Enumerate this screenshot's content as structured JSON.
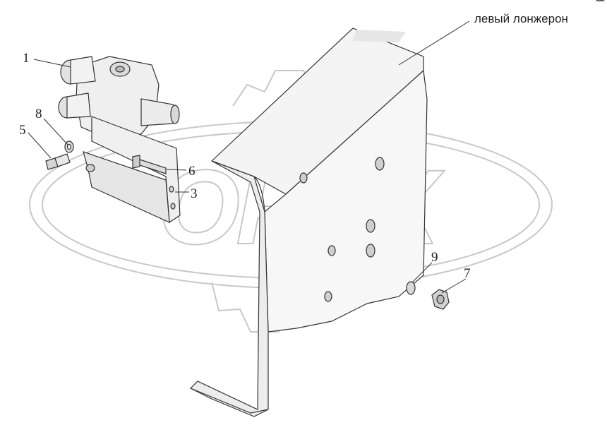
{
  "diagram": {
    "title_label": "левый лонжерон",
    "watermark_text": "OPEX",
    "callouts": [
      {
        "id": "1",
        "text": "1"
      },
      {
        "id": "3",
        "text": "3"
      },
      {
        "id": "5",
        "text": "5"
      },
      {
        "id": "6",
        "text": "6"
      },
      {
        "id": "7",
        "text": "7"
      },
      {
        "id": "8",
        "text": "8"
      },
      {
        "id": "9",
        "text": "9"
      }
    ],
    "colors": {
      "line": "#333333",
      "part_fill": "#f4f4f4",
      "part_shade": "#d8d8d8",
      "watermark": "#c8c8c8"
    }
  }
}
